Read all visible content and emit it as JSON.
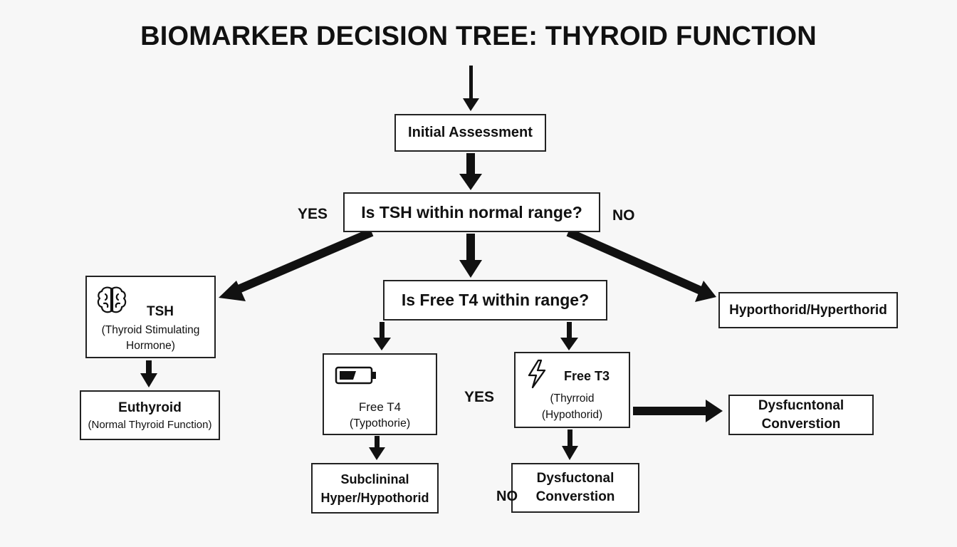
{
  "title": "BIOMARKER DECISION TREE: THYROID FUNCTION",
  "nodes": {
    "initial": {
      "label": "Initial Assessment"
    },
    "tsh_question": {
      "label": "Is TSH within normal range?"
    },
    "t4_question": {
      "label": "Is Free T4 within range?"
    },
    "hyper": {
      "label": "Hyporthorid/Hyperthorid"
    },
    "tsh": {
      "title": "TSH",
      "line1": "(Thyroid Stimulating",
      "line2": "Hormone)",
      "icon": "brain-icon"
    },
    "euthyroid": {
      "title": "Euthyroid",
      "subtitle": "(Normal Thyroid Function)"
    },
    "free_t4": {
      "title": "Free T4",
      "subtitle": "(Typothorie)",
      "icon": "battery-icon"
    },
    "free_t3": {
      "title": "Free T3",
      "line1": "(Thyrroid",
      "line2": "(Hypothorid)",
      "icon": "lightning-icon"
    },
    "subclinical": {
      "line1": "Subclininal",
      "line2": "Hyper/Hypothorid"
    },
    "dysfunctional_bottom": {
      "line1": "Dysfuctonal",
      "line2": "Converstion"
    },
    "dysfunctional_right": {
      "line1": "Dysfucntonal",
      "line2": "Converstion"
    }
  },
  "edge_labels": {
    "yes_top": "YES",
    "no_top": "NO",
    "yes_mid": "YES",
    "no_bottom": "NO"
  }
}
